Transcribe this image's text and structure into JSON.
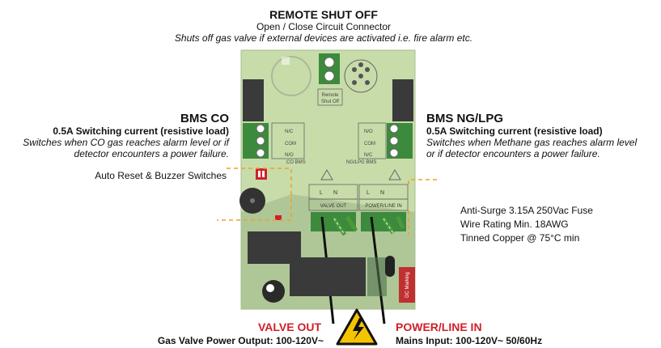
{
  "remote": {
    "title": "REMOTE SHUT OFF",
    "subtitle": "Open / Close Circuit Connector",
    "note": "Shuts off gas valve if external devices are activated i.e. fire alarm etc."
  },
  "bms_co": {
    "title": "BMS CO",
    "spec": "0.5A Switching current (resistive load)",
    "note1": "Switches when CO gas reaches alarm level or if",
    "note2": "detector encounters a power failure.",
    "switches": "Auto Reset & Buzzer Switches"
  },
  "bms_ng": {
    "title": "BMS NG/LPG",
    "spec": "0.5A Switching current (resistive load)",
    "note1": "Switches when Methane gas reaches alarm level",
    "note2": "or if detector encounters a power failure."
  },
  "fuse": {
    "line1": "Anti-Surge 3.15A 250Vac Fuse",
    "line2": "Wire Rating Min. 18AWG",
    "line3": "Tinned Copper @ 75°C min"
  },
  "valve_out": {
    "title": "VALVE OUT",
    "desc": "Gas Valve Power Output: 100-120V~"
  },
  "power_in": {
    "title": "POWER/LINE IN",
    "desc": "Mains Input: 100-120V~ 50/60Hz"
  },
  "board": {
    "remote_label1": "Remote",
    "remote_label2": "Shut Off",
    "co_labels": [
      "N/C",
      "COM",
      "N/O"
    ],
    "ng_labels": [
      "N/O",
      "COM",
      "N/C"
    ],
    "co_bms": "CO BMS",
    "ng_bms": "NG/LPG BMS",
    "valve_out_label": "VALVE OUT",
    "power_label": "POWER/LINE IN",
    "terminal_letters": [
      "L",
      "N",
      "L",
      "N"
    ],
    "dc_marking": "DC Marking"
  },
  "colors": {
    "board": "#c8dcaa",
    "board_dark": "#9fb98a",
    "terminal": "#3c8a3c",
    "relay": "#3a3a3a",
    "accent_red": "#d0202a",
    "dash": "#f0a020",
    "warning_yellow": "#f5c400"
  }
}
